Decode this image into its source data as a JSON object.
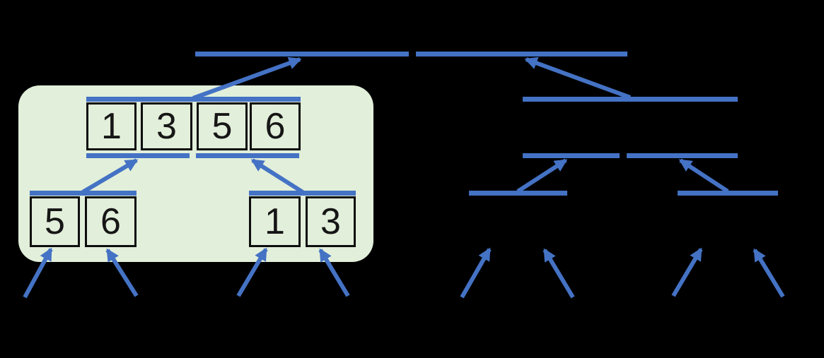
{
  "diagram": {
    "type": "merge-sort-merge-step",
    "background_color": "#000000",
    "accent_blue": "#4472C4",
    "panel": {
      "color": "#E2EFDA",
      "role": "highlight of merged subarrays"
    },
    "arrays": {
      "merged": {
        "values": [
          "1",
          "3",
          "5",
          "6"
        ]
      },
      "left_pair": {
        "values": [
          "5",
          "6"
        ]
      },
      "right_pair": {
        "values": [
          "1",
          "3"
        ]
      }
    }
  }
}
